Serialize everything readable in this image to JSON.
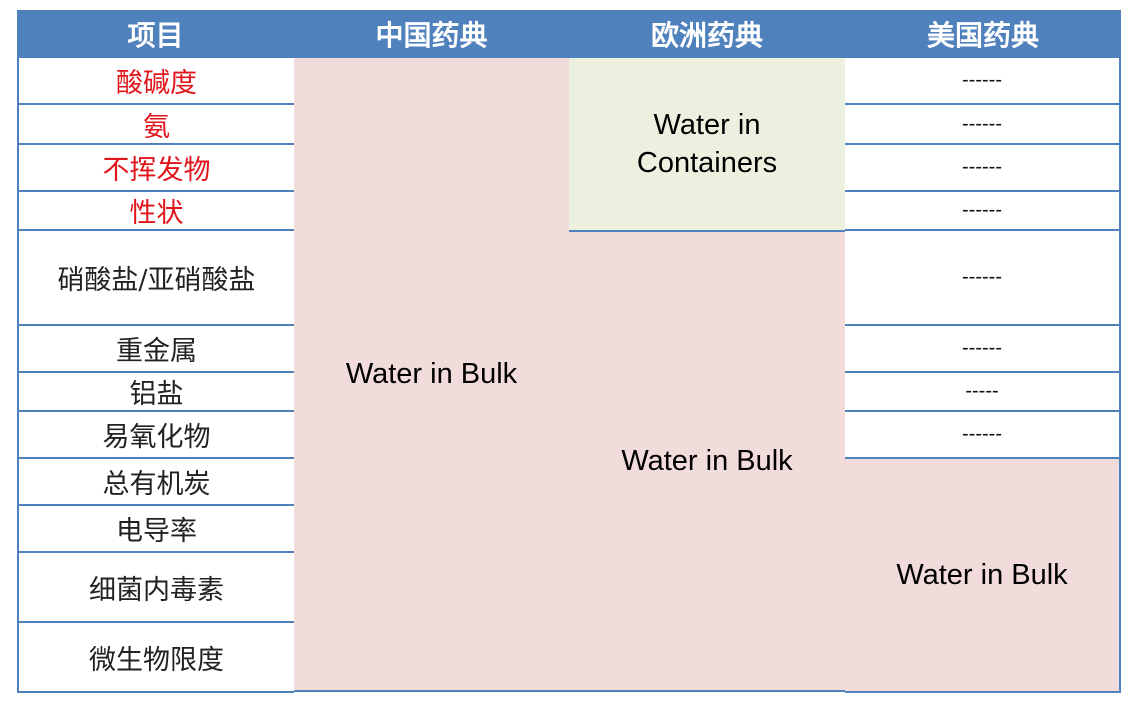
{
  "header": [
    "项目",
    "中国药典",
    "欧洲药典",
    "美国药典"
  ],
  "items": [
    {
      "label": "酸碱度",
      "usp": "------"
    },
    {
      "label": "氨",
      "usp": "------"
    },
    {
      "label": "不挥发物",
      "usp": "------"
    },
    {
      "label": "性状",
      "usp": "------"
    },
    {
      "label": "硝酸盐/亚硝酸盐",
      "usp": "------"
    },
    {
      "label": "重金属",
      "usp": "------"
    },
    {
      "label": "铝盐",
      "usp": "-----"
    },
    {
      "label": "易氧化物",
      "usp": "------"
    },
    {
      "label": "总有机炭"
    },
    {
      "label": "电导率"
    },
    {
      "label": "细菌内毒素"
    },
    {
      "label": "微生物限度"
    }
  ],
  "chp_block": "Water in Bulk",
  "ep_containers_line1": "Water in",
  "ep_containers_line2": "Containers",
  "ep_bulk": "Water in Bulk",
  "usp_bulk": "Water in Bulk",
  "colors": {
    "header": "#4f81bd",
    "pink": "#f2dcdb",
    "green": "#ebf1de",
    "red": "#e0161c"
  }
}
